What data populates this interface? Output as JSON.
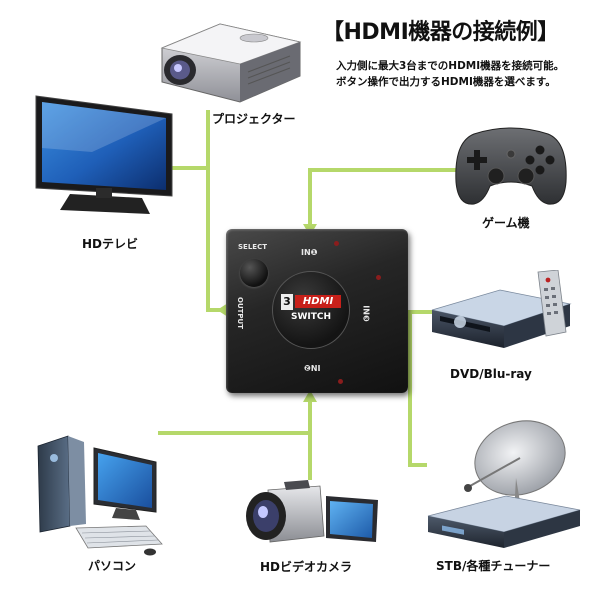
{
  "title": "【HDMI機器の接続例】",
  "description": {
    "line1": "入力側に最大3台までのHDMI機器を接続可能。",
    "line2": "ボタン操作で出力するHDMI機器を選べます。"
  },
  "devices": {
    "projector": "プロジェクター",
    "hdtv": "HDテレビ",
    "game": "ゲーム機",
    "dvd": "DVD/Blu-ray",
    "pc": "パソコン",
    "camcorder": "HDビデオカメラ",
    "stb": "STB/各種チューナー"
  },
  "switch": {
    "select": "SELECT",
    "in1": "IN❶",
    "in2": "IN❷",
    "in3": "IN❸",
    "output": "OUTPUT",
    "count": "3",
    "hdmi": "HDMI",
    "switch_label": "SWITCH"
  },
  "colors": {
    "wire": "#b5d86a",
    "switch_body": "#1c1c1c",
    "hdmi_red": "#c8201a"
  }
}
